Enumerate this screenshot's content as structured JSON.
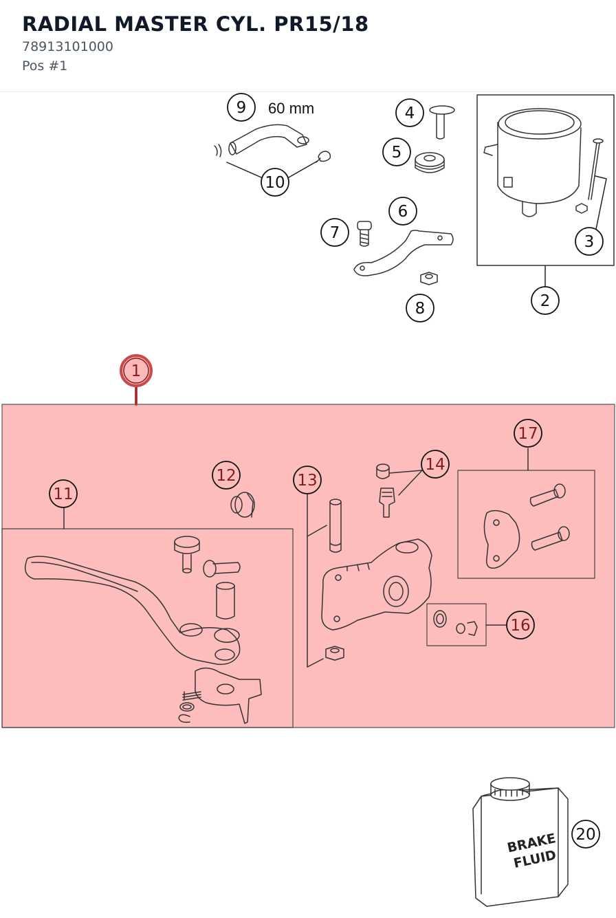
{
  "header": {
    "title": "RADIAL MASTER CYL. PR15/18",
    "part_number": "78913101000",
    "position": "Pos #1"
  },
  "diagram": {
    "dimension_label": "60 mm",
    "can_label_line1": "BRAKE",
    "can_label_line2": "FLUID",
    "highlight_color": "#fdb9b9",
    "highlight_border": "#c94a4a",
    "callouts": {
      "c1": "1",
      "c2": "2",
      "c3": "3",
      "c4": "4",
      "c5": "5",
      "c6": "6",
      "c7": "7",
      "c8": "8",
      "c9": "9",
      "c10": "10",
      "c11": "11",
      "c12": "12",
      "c13": "13",
      "c14": "14",
      "c16": "16",
      "c17": "17",
      "c20": "20"
    }
  }
}
